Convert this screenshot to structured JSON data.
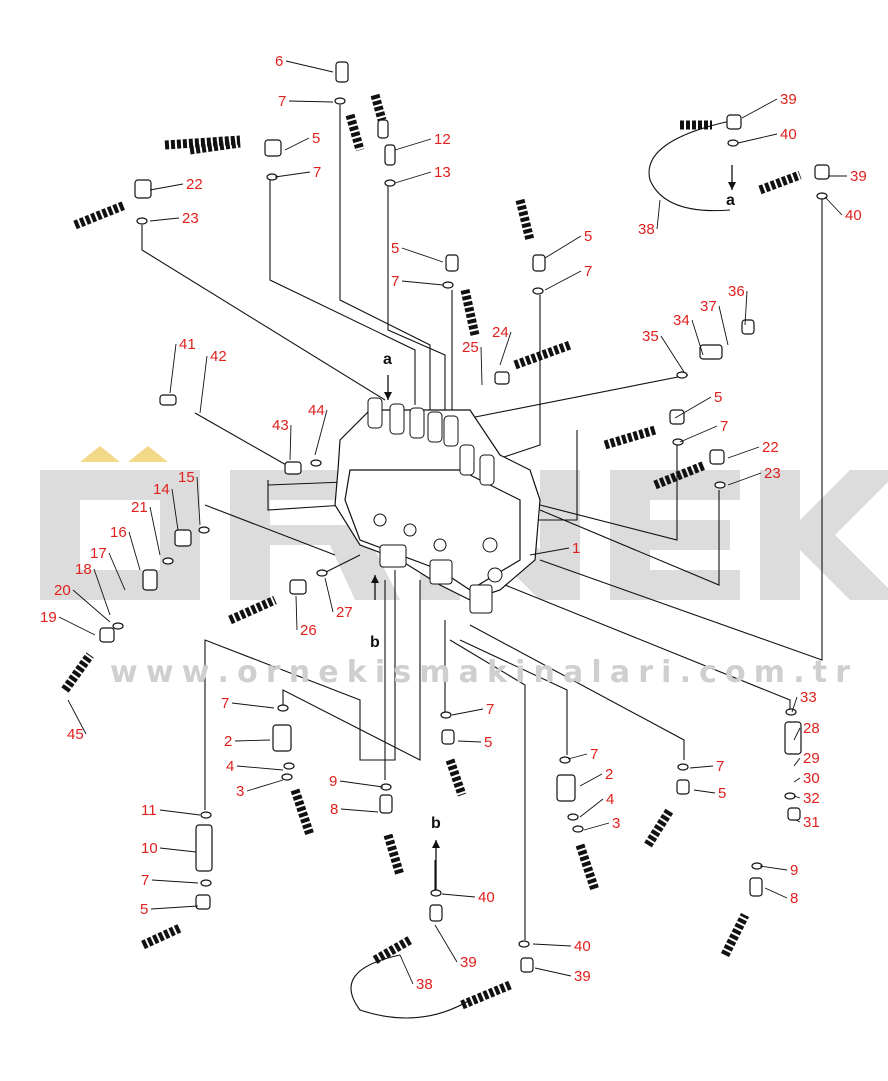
{
  "watermark": {
    "brand": "ÖRNEK",
    "url": "www.ornekismakinalari.com.tr",
    "color": "#dcdcdc",
    "accent": "#f2d98a"
  },
  "label_color": "#e0201c",
  "view_markers": [
    "a",
    "a",
    "b",
    "b"
  ],
  "part_labels": [
    "6",
    "7",
    "5",
    "7",
    "12",
    "13",
    "22",
    "23",
    "39",
    "40",
    "39",
    "40",
    "38",
    "5",
    "7",
    "5",
    "7",
    "24",
    "25",
    "41",
    "42",
    "35",
    "34",
    "37",
    "36",
    "5",
    "7",
    "22",
    "23",
    "43",
    "44",
    "15",
    "14",
    "21",
    "16",
    "17",
    "18",
    "20",
    "19",
    "45",
    "1",
    "27",
    "26",
    "7",
    "2",
    "4",
    "3",
    "7",
    "5",
    "9",
    "8",
    "11",
    "10",
    "7",
    "5",
    "7",
    "2",
    "4",
    "3",
    "7",
    "5",
    "33",
    "28",
    "29",
    "30",
    "32",
    "31",
    "9",
    "8",
    "40",
    "39",
    "38",
    "40",
    "39"
  ]
}
